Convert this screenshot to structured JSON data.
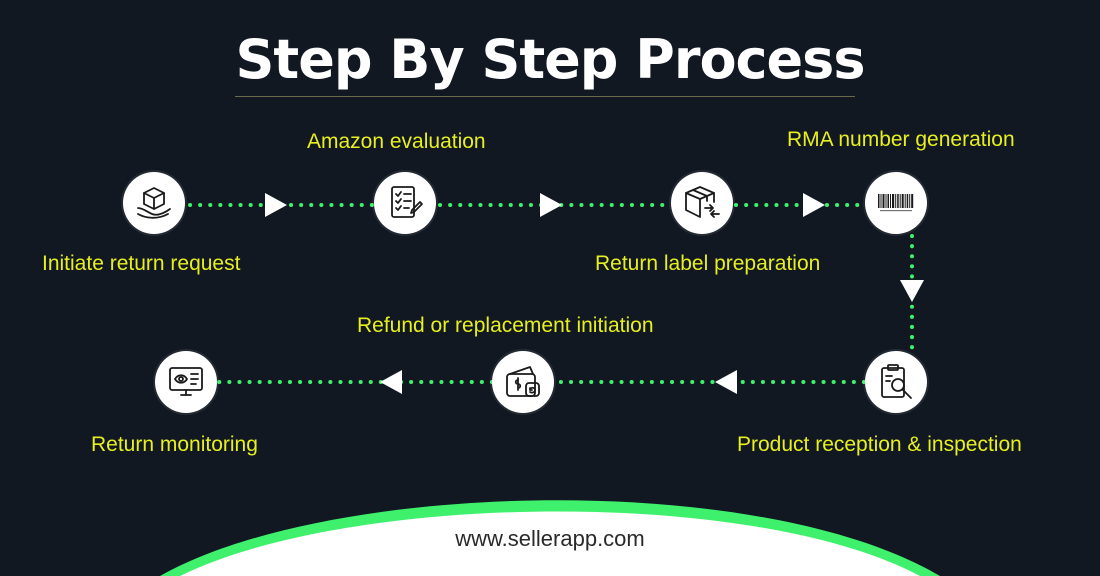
{
  "title": "Step By Step Process",
  "steps": [
    {
      "label": "Initiate return request",
      "icon": "hand-box-icon"
    },
    {
      "label": "Amazon evaluation",
      "icon": "checklist-icon"
    },
    {
      "label": "Return label preparation",
      "icon": "package-icon"
    },
    {
      "label": "RMA number generation",
      "icon": "barcode-icon"
    },
    {
      "label": "Product reception & inspection",
      "icon": "clipboard-search-icon"
    },
    {
      "label": "Refund or replacement initiation",
      "icon": "wallet-refund-icon"
    },
    {
      "label": "Return monitoring",
      "icon": "monitor-icon"
    }
  ],
  "footer": {
    "url": "www.sellerapp.com"
  },
  "colors": {
    "background": "#111822",
    "connector": "#3ef06b",
    "label": "#e7ef1f",
    "node": "#ffffff",
    "footer_arc": "#3ef06b"
  }
}
